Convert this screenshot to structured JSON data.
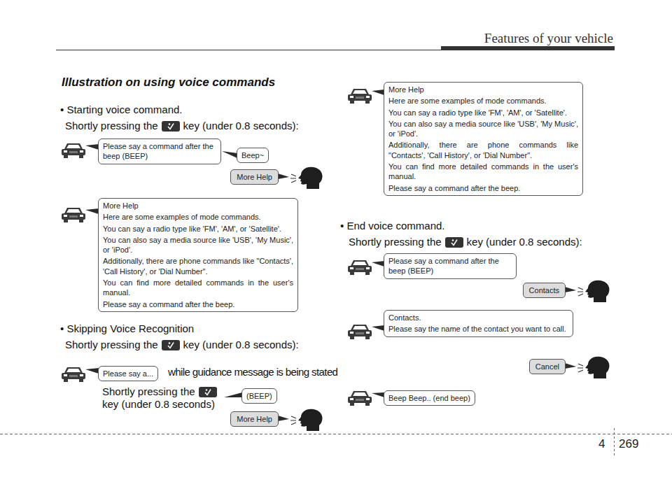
{
  "diagram": {
    "title": "Illustration on using voice commands",
    "nodes": [
      {
        "text": [
          "Please say a command after the beep (BEEP)"
        ]
      },
      {
        "text": [
          "Beep~"
        ]
      },
      {
        "text": [
          "More Help"
        ]
      },
      {
        "text": [
          "More Help",
          "Here are some examples of mode commands.",
          "You can say a radio type like 'FM', 'AM', or 'Satellite'.",
          "You can also say a media source like 'USB', 'My Music', or 'iPod'.",
          "Additionally, there are phone commands like \"Contacts', 'Call History', or 'Dial Number\".",
          "You can find more detailed commands in the user's manual.",
          "Please say a command after the beep."
        ]
      },
      {
        "text": [
          "Please say a..."
        ]
      },
      {
        "text": [
          "(BEEP)"
        ]
      },
      {
        "text": [
          "More Help"
        ]
      },
      {
        "text": [
          "More Help",
          "Here are some examples of mode commands.",
          "You can say a radio type like 'FM', 'AM', or 'Satellite'.",
          "You can also say a media source like 'USB', 'My Music', or 'iPod'.",
          "Additionally, there are phone commands like \"Contacts', 'Call History', or 'Dial Number\".",
          "You can find more detailed commands in the user's manual.",
          "Please say a command after the beep."
        ]
      },
      {
        "text": [
          "Please say a command after the beep (BEEP)"
        ]
      },
      {
        "text": [
          "Contacts"
        ]
      },
      {
        "text": [
          "Contacts.",
          "Please say the name of the contact you want to call."
        ]
      },
      {
        "text": [
          "Cancel"
        ]
      },
      {
        "text": [
          "Beep Beep.. (end beep)"
        ]
      }
    ],
    "labels": [
      "Features of your vehicle",
      "• Starting voice command.",
      "Shortly pressing the",
      "key (under 0.8 seconds):",
      "• Skipping Voice Recognition",
      "Shortly pressing the",
      "key (under 0.8 seconds):",
      "while guidance message is being stated",
      "Shortly pressing the",
      "key (under 0.8 seconds)",
      "• End voice command.",
      "Shortly pressing the",
      "key (under 0.8 seconds):",
      "4",
      "269"
    ]
  }
}
